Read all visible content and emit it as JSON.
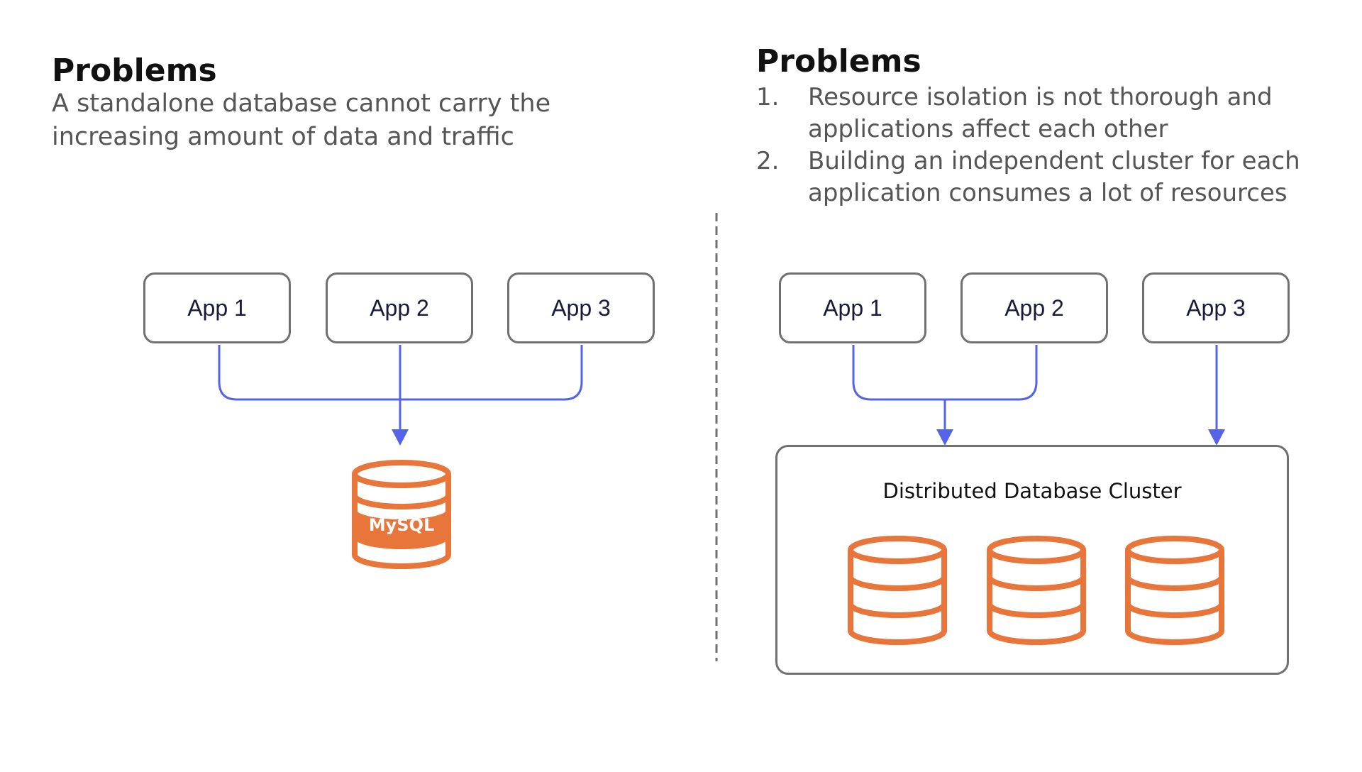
{
  "left": {
    "heading": "Problems",
    "description": "A standalone database cannot carry the increasing amount of data and traffic",
    "apps": [
      "App 1",
      "App 2",
      "App 3"
    ],
    "database_label": "MySQL"
  },
  "right": {
    "heading": "Problems",
    "problems": [
      {
        "number": "1.",
        "text": "Resource isolation is not thorough and applications affect each other"
      },
      {
        "number": "2.",
        "text": "Building an independent cluster for each application consumes a lot of resources"
      }
    ],
    "apps": [
      "App 1",
      "App 2",
      "App 3"
    ],
    "cluster_title": "Distributed Database Cluster"
  },
  "colors": {
    "arrow": "#5563e8",
    "database": "#e8763a",
    "box_border": "#707070",
    "divider": "#707070"
  }
}
